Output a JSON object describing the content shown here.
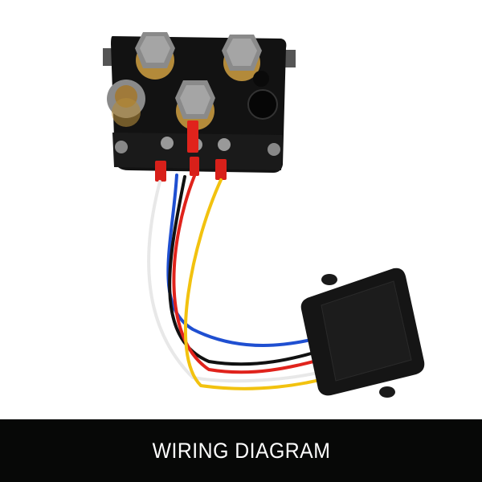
{
  "banner": {
    "title": "WIRING DIAGRAM",
    "background": "#070807",
    "text_color": "#ffffff"
  },
  "photo": {
    "subject": "winch solenoid contactor with wireless remote receiver",
    "components": [
      {
        "name": "solenoid-contactor",
        "color": "#111111",
        "terminals": 4
      },
      {
        "name": "remote-receiver-box",
        "color": "#151515"
      }
    ],
    "wires": [
      {
        "name": "white",
        "color": "#e8e8e8"
      },
      {
        "name": "blue",
        "color": "#1f4fd1"
      },
      {
        "name": "black",
        "color": "#111111"
      },
      {
        "name": "red",
        "color": "#e0231c"
      },
      {
        "name": "yellow",
        "color": "#f2c20f"
      }
    ]
  }
}
